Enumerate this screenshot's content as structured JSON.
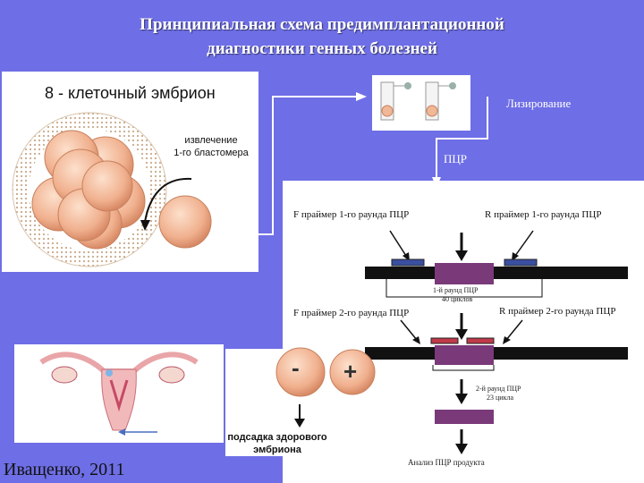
{
  "title": {
    "line1": "Принципиальная схема предимплантационной",
    "line2": "диагностики генных болезней"
  },
  "embryo": {
    "heading": "8 - клеточный эмбрион",
    "extraction_line1": "извлечение",
    "extraction_line2": "1-го бластомера"
  },
  "lysis_label": "Лизирование",
  "pcr_label": "ПЦР",
  "pcr_diagram": {
    "f_primer_1": "F праймер 1-го раунда ПЦР",
    "r_primer_1": "R праймер 1-го раунда ПЦР",
    "round1_line1": "1-й раунд ПЦР",
    "round1_line2": "40 циклов",
    "f_primer_2": "F праймер 2-го раунда ПЦР",
    "r_primer_2": "R праймер 2-го раунда ПЦР",
    "round2_line1": "2-й раунд ПЦР",
    "round2_line2": "23 цикла",
    "analysis": "Анализ ПЦР продукта"
  },
  "result": {
    "minus": "-",
    "plus": "+",
    "transfer_line1": "подсадка здорового",
    "transfer_line2": "эмбриона"
  },
  "author": "Иващенко, 2011",
  "colors": {
    "background": "#6e6ee6",
    "cell": "#f0b896",
    "dna_segment": "#7a3a7a",
    "primer": "#3a4fa0"
  }
}
